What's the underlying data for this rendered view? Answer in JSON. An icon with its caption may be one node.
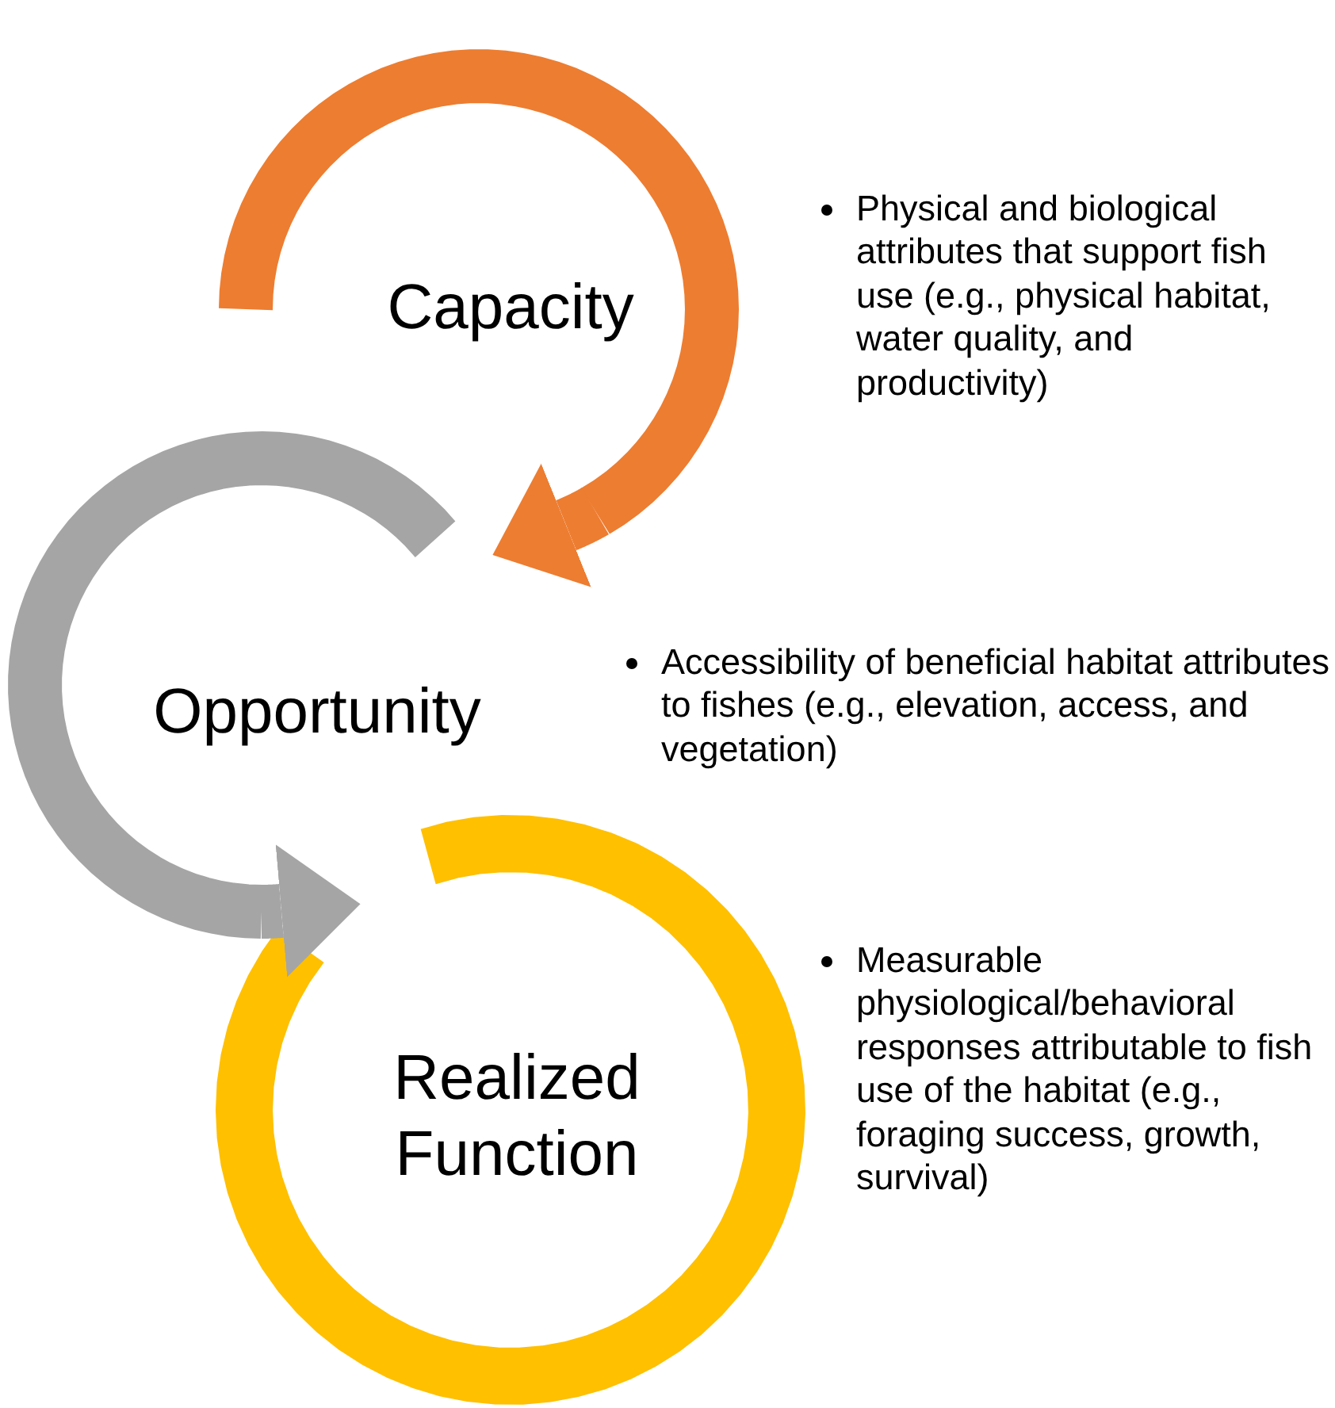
{
  "diagram": {
    "nodes": [
      {
        "text": [
          "Capacity"
        ],
        "beside": [
          "Physical and biological attributes that support fish use (e.g., physical habitat, water quality, and productivity)"
        ]
      },
      {
        "text": [
          "Opportunity"
        ],
        "beside": [
          "Accessibility of beneficial habitat attributes to fishes (e.g., elevation, access, and vegetation)"
        ]
      },
      {
        "text": [
          "Realized Function"
        ],
        "beside": [
          "Measurable physiological/behavioral responses attributable to fish use of the habitat (e.g., foraging success, growth, survival)"
        ]
      }
    ],
    "edges": [
      {
        "from": 0,
        "to": 1,
        "arrow": "to",
        "color": "#ed7d31"
      },
      {
        "from": 1,
        "to": 2,
        "arrow": "to",
        "color": "#a5a5a5"
      }
    ]
  }
}
